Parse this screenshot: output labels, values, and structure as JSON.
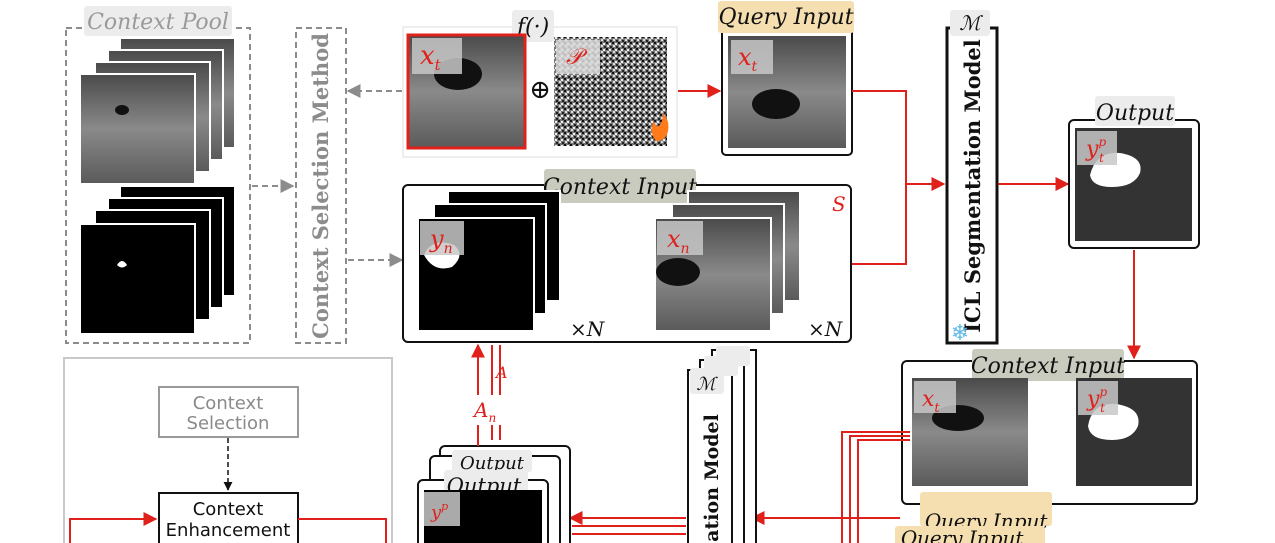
{
  "labels": {
    "context_pool": "Context Pool",
    "context_selection_method": "Context Selection Method",
    "f_op": "f(·)",
    "query_input": "Query Input",
    "context_input": "Context Input",
    "icl_model": "ICL Segmentation Model",
    "output": "Output",
    "times_n": "×N",
    "s_label": "S",
    "m_label": "ℳ",
    "a_label": "A",
    "xt": "x",
    "xt_sub": "t",
    "yn": "y",
    "yn_sub": "n",
    "xn": "x",
    "xn_sub": "n",
    "p_label": "𝒫",
    "yt": "y",
    "yt_sub": "t",
    "yt_sup": "p",
    "an_sub": "n",
    "oplus": "⊕",
    "partial_model": "ation Model",
    "partial_query": "Query Input",
    "flowchart_context_selection_line1": "Context",
    "flowchart_context_selection_line2": "Selection",
    "flowchart_context_enhancement_line1": "Context",
    "flowchart_context_enhancement_line2": "Enhancement"
  },
  "colors": {
    "red": "#e0201b",
    "gray_dash": "#8c8c8c",
    "ultrasound": "#6e6e6e",
    "query_tag": "#f5deb0",
    "context_tag": "#c9cbbf"
  }
}
